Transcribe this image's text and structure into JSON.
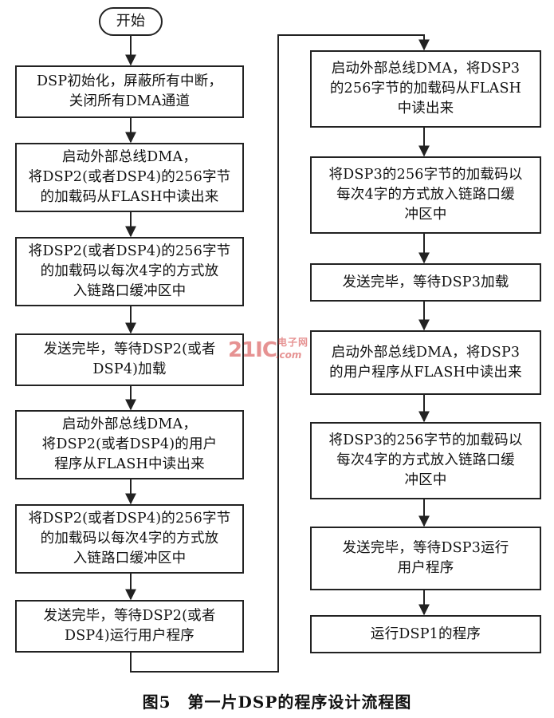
{
  "flowchart": {
    "start": "开始",
    "left_steps": [
      "DSP初始化，屏蔽所有中断，\n关闭所有DMA通道",
      "启动外部总线DMA，\n将DSP2(或者DSP4)的256字节\n的加载码从FLASH中读出来",
      "将DSP2(或者DSP4)的256字节\n的加载码以每次4字的方式放\n入链路口缓冲区中",
      "发送完毕，等待DSP2(或者\nDSP4)加载",
      "启动外部总线DMA，\n将DSP2(或者DSP4)的用户\n程序从FLASH中读出来",
      "将DSP2(或者DSP4)的256字节\n的加载码以每次4字的方式放\n入链路口缓冲区中",
      "发送完毕，等待DSP2(或者\nDSP4)运行用户程序"
    ],
    "right_steps": [
      "启动外部总线DMA，将DSP3\n的256字节的加载码从FLASH\n中读出来",
      "将DSP3的256字节的加载码以\n每次4字的方式放入链路口缓\n冲区中",
      "发送完毕，等待DSP3加载",
      "启动外部总线DMA，将DSP3\n的用户程序从FLASH中读出来",
      "将DSP3的256字节的加载码以\n每次4字的方式放入链路口缓\n冲区中",
      "发送完毕，等待DSP3运行\n用户程序",
      "运行DSP1的程序"
    ]
  },
  "caption": "图5　第一片DSP的程序设计流程图",
  "watermark": {
    "number": "21IC",
    "chinese": "电子网",
    "domain": ".com"
  },
  "colors": {
    "line": "#222222",
    "watermark": "#d23a3a"
  }
}
